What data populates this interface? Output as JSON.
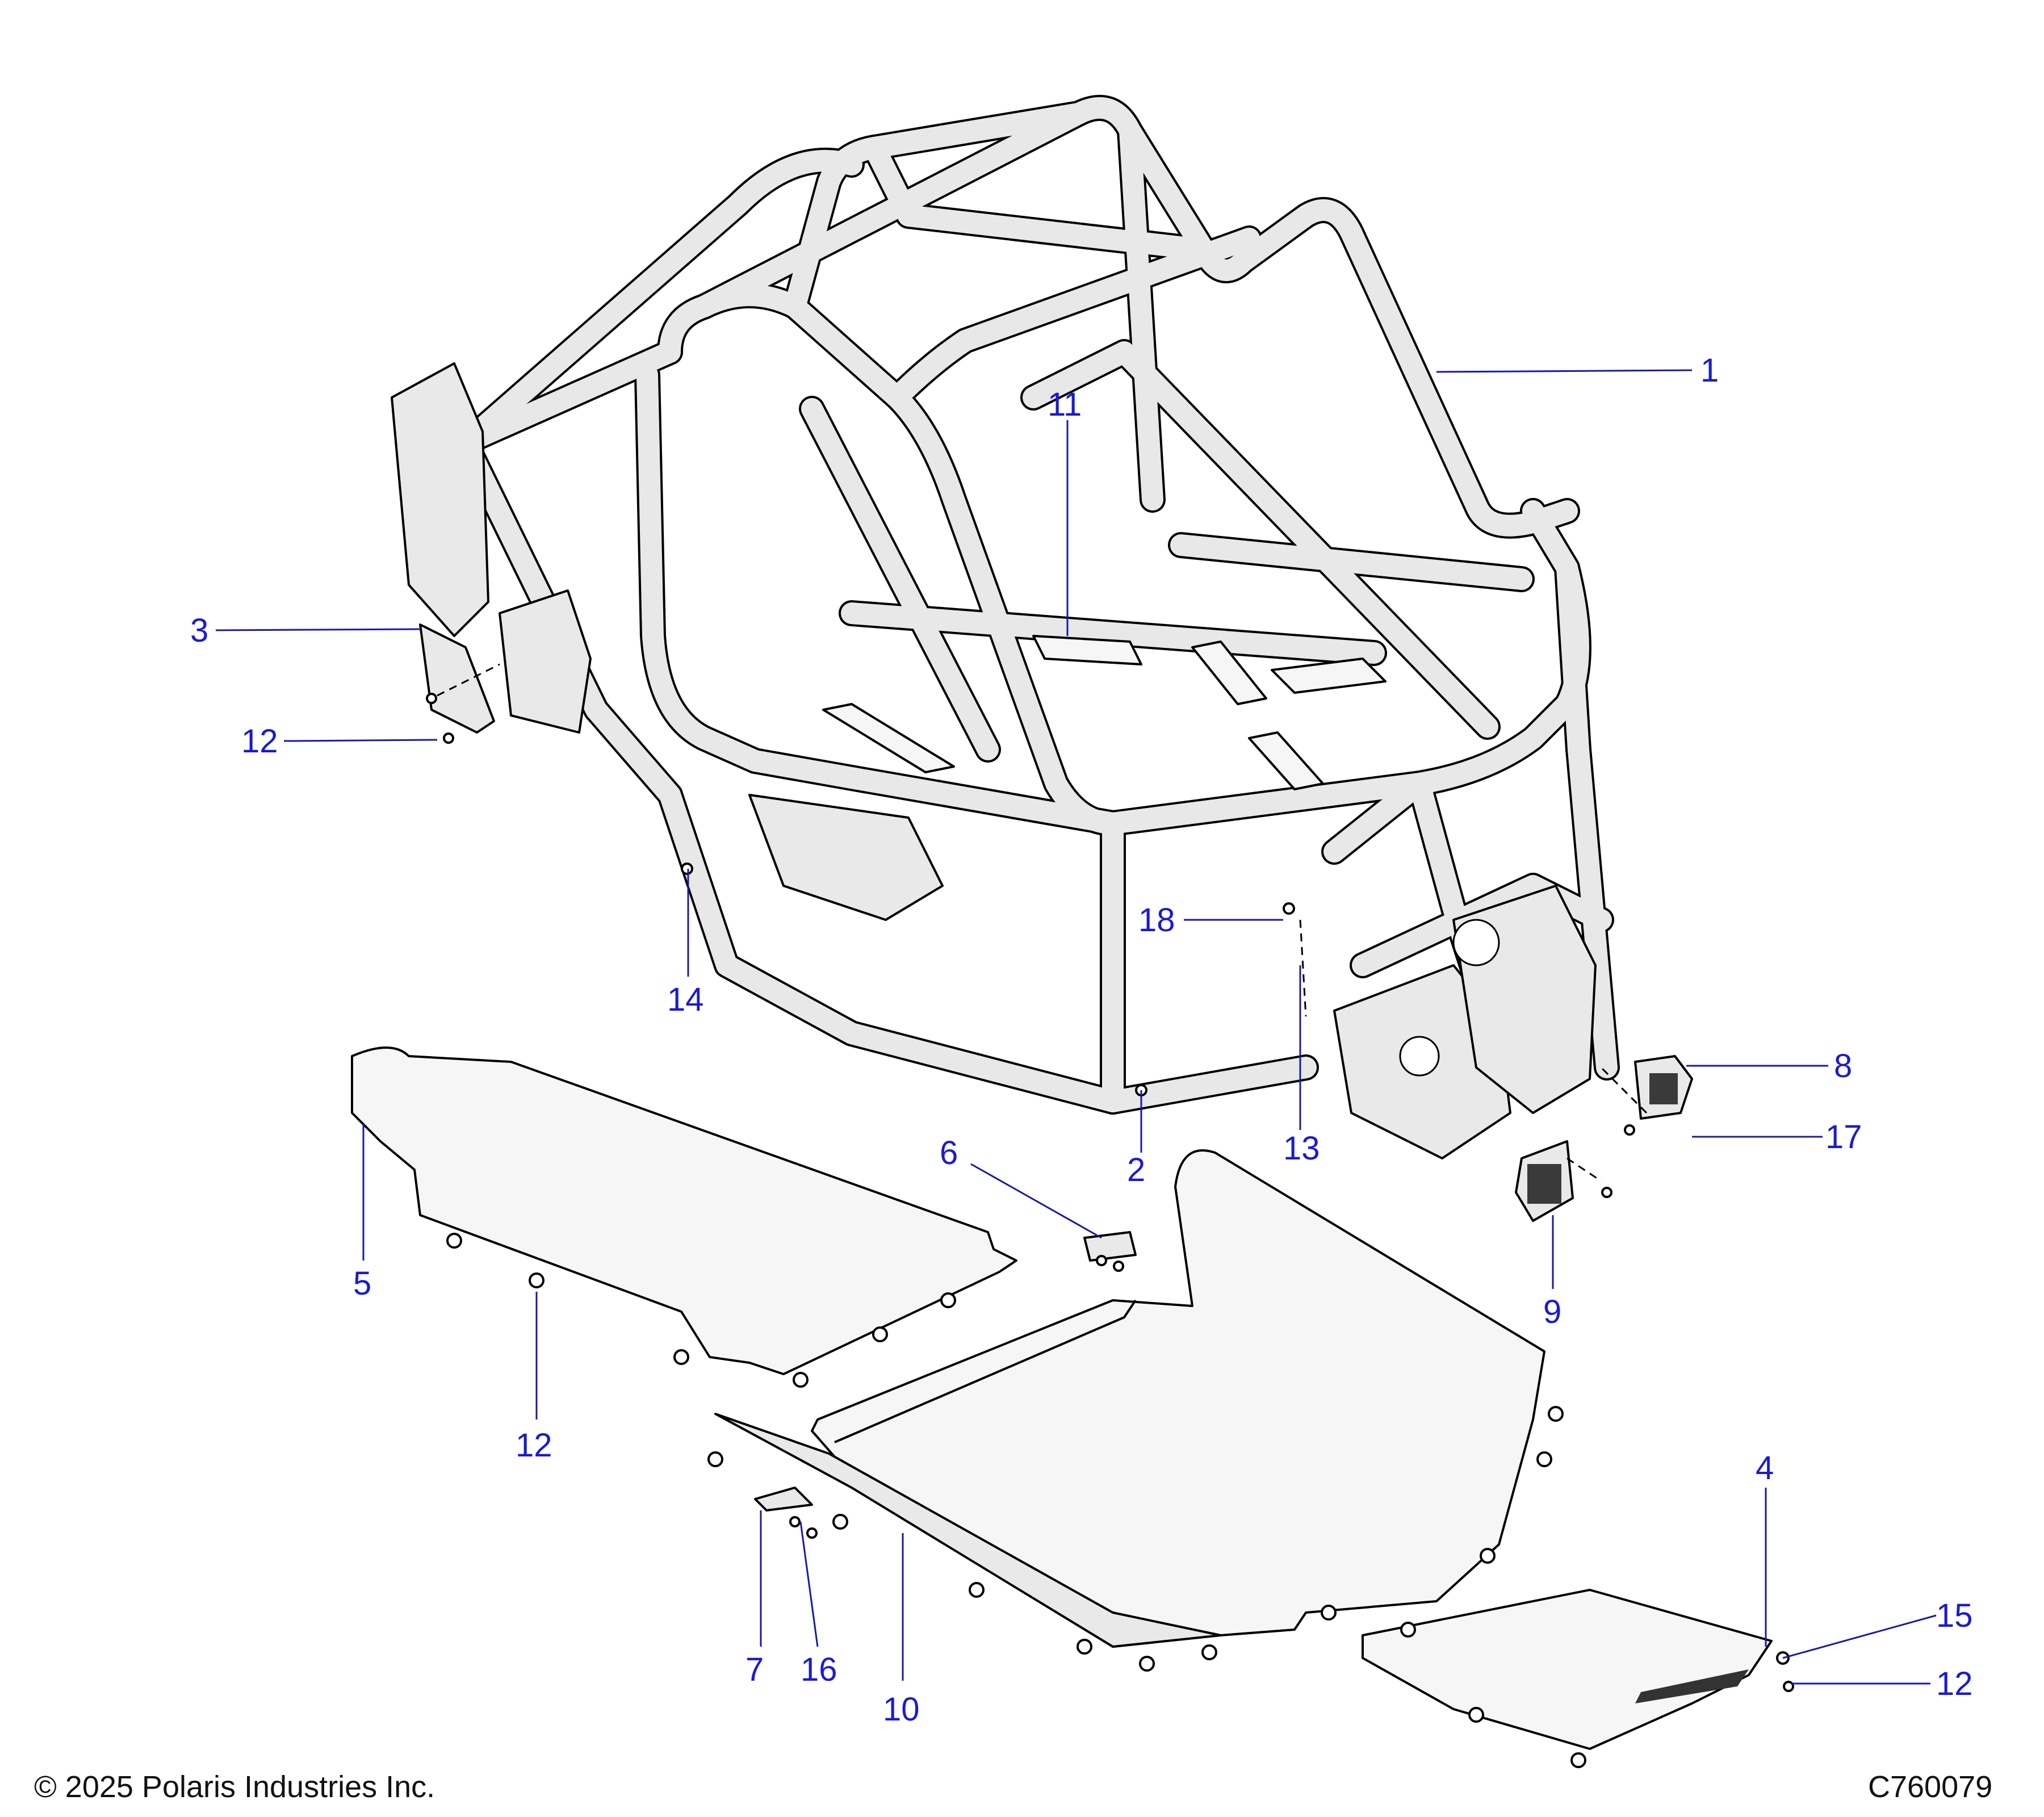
{
  "callouts": {
    "c1": "1",
    "c2": "2",
    "c3": "3",
    "c4": "4",
    "c5": "5",
    "c6": "6",
    "c7": "7",
    "c8": "8",
    "c9": "9",
    "c10": "10",
    "c11": "11",
    "c12a": "12",
    "c12b": "12",
    "c12c": "12",
    "c13": "13",
    "c14": "14",
    "c15": "15",
    "c16": "16",
    "c17": "17",
    "c18": "18"
  },
  "footer": {
    "copyright": "© 2025 Polaris Industries Inc.",
    "drawing_id": "C760079"
  },
  "colors": {
    "callout_text": "#1a1ad2",
    "leader_line": "#1a1aa6",
    "line_art": "#000000",
    "part_fill": "#e9e9e9"
  }
}
